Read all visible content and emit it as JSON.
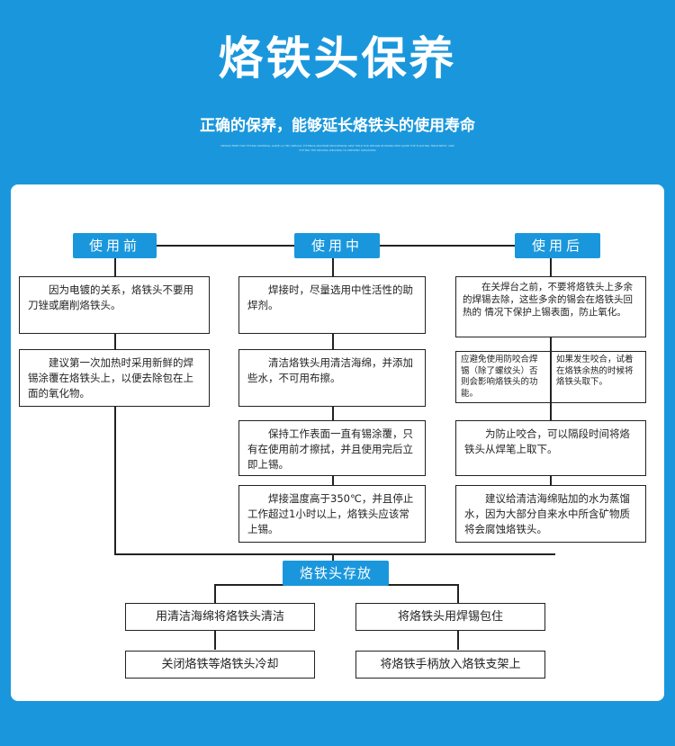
{
  "title": "烙铁头保养",
  "subtitle": "正确的保养，能够延长烙铁头的使用寿命",
  "fine_print": "DESIGN FREE FOR FITTING MATERIAL GAME LA HEU SPECIAL FITTINGS MACHINE PROCESSING SELF HELP FOR DESIGN BOOKING REM GAME THE FLOATING TREATMENT, AND FITTING THE DRIVING WELDING TO PREVENT OXIDATION",
  "sections": {
    "before": {
      "label": "使用前",
      "items": [
        "因为电镀的关系，烙铁头不要用刀锉或磨削烙铁头。",
        "建议第一次加热时采用新鲜的焊锡涂覆在烙铁头上，以便去除包在上面的氧化物。"
      ]
    },
    "during": {
      "label": "使用中",
      "items": [
        "焊接时，尽量选用中性活性的助焊剂。",
        "清洁烙铁头用清洁海绵，并添加些水，不可用布擦。",
        "保持工作表面一直有锡涂覆，只有在使用前才擦拭，并且使用完后立即上锡。",
        "焊接温度高于350℃，并且停止工作超过1小时以上，烙铁头应该常上锡。"
      ]
    },
    "after": {
      "label": "使用后",
      "items": [
        "在关焊台之前，不要将烙铁头上多余的焊锡去除，这些多余的锡会在烙铁头回热的 情况下保护上锡表面，防止氧化。",
        "应避免使用防咬合焊锡（除了螺纹头）否则会影响烙铁头的功能。",
        "如果发生咬合，试着在烙铁余热的时候将烙铁头取下。",
        "为防止咬合，可以隔段时间将烙铁头从焊笔上取下。",
        "建议给清洁海绵贴加的水为蒸馏水，因为大部分自来水中所含矿物质将会腐蚀烙铁头。"
      ]
    }
  },
  "storage": {
    "label": "烙铁头存放",
    "steps": [
      "用清洁海绵将烙铁头清洁",
      "关闭烙铁等烙铁头冷却",
      "将烙铁头用焊锡包住",
      "将烙铁手柄放入烙铁支架上"
    ]
  },
  "colors": {
    "background": "#1a97dc",
    "header": "#1a97dc",
    "panel": "#ffffff",
    "line": "#222222"
  }
}
